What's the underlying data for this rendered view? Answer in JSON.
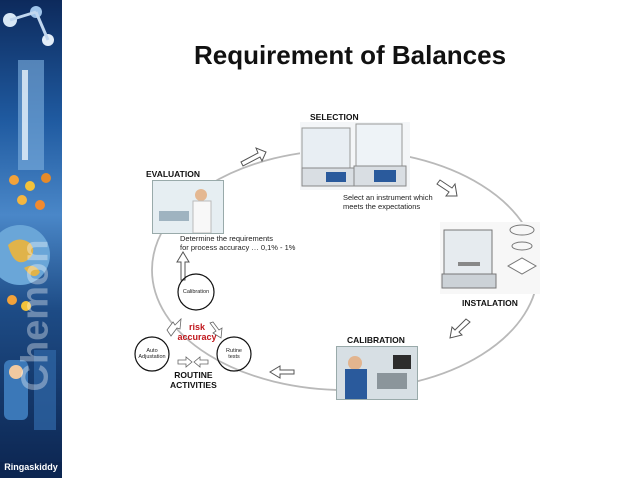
{
  "slide": {
    "title": "Requirement of Balances"
  },
  "sidebar": {
    "watermark": "Chemon",
    "caption": "Ringaskiddy"
  },
  "cycle": {
    "selection": {
      "label": "SELECTION",
      "note_line1": "Select an instrument which",
      "note_line2": "meets the expectations"
    },
    "instalation": {
      "label": "INSTALATION"
    },
    "calibration": {
      "label": "CALIBRATION"
    },
    "evaluation": {
      "label": "EVALUATION",
      "note_line1": "Determine the requirements",
      "note_line2": "for process accuracy … 0,1% - 1%"
    },
    "routine": {
      "label_line1": "ROUTINE",
      "label_line2": "ACTIVITIES",
      "center_line1": "risk",
      "center_line2": "accuracy",
      "node_top": "Calibration",
      "node_left_line1": "Auto",
      "node_left_line2": "Adjustation",
      "node_right_line1": "Rutine",
      "node_right_line2": "tests"
    }
  },
  "colors": {
    "risk": "#c0171c",
    "accent_blue": "#1f5aa0",
    "cycle_line": "#b9b9b9"
  }
}
